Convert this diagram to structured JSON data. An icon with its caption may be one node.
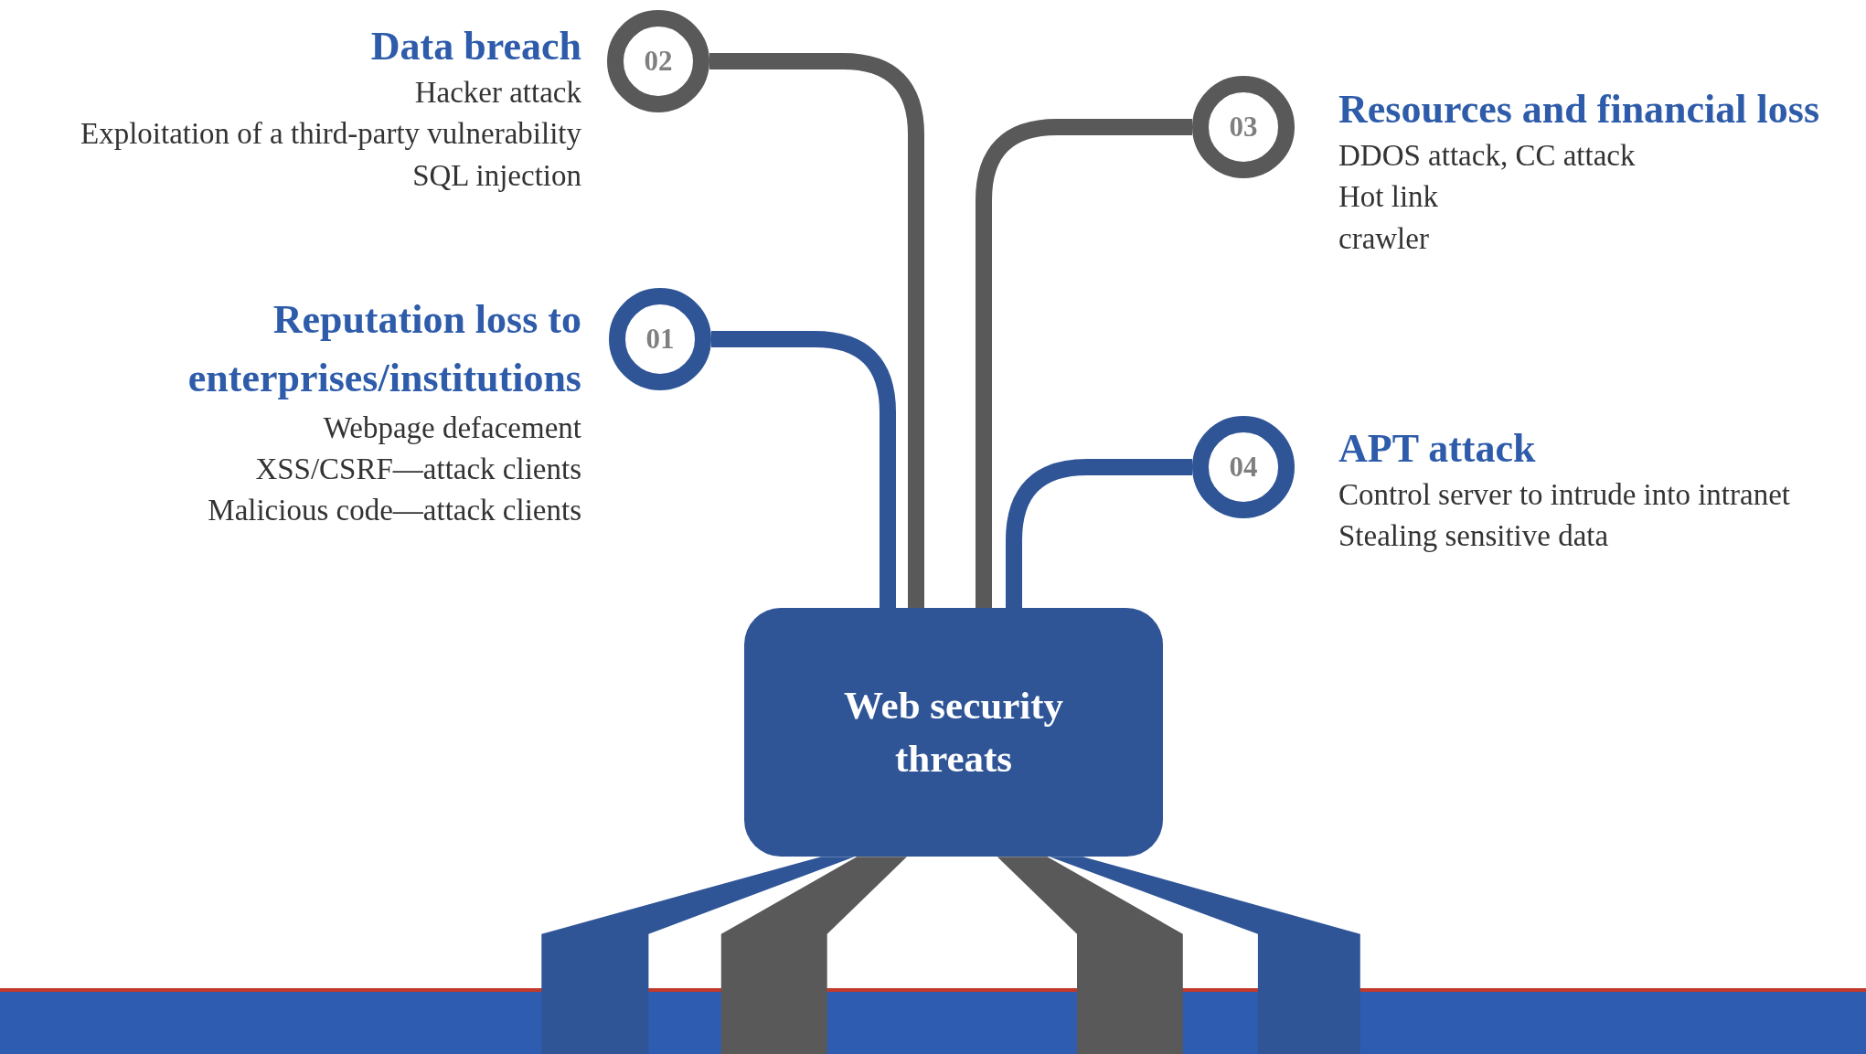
{
  "diagram": {
    "nodes": [
      {
        "text": [
          "01"
        ],
        "beside": [
          "Reputation loss to enterprises/institutions",
          "Webpage defacement",
          "XSS/CSRF—attack clients",
          "Malicious code—attack clients"
        ]
      },
      {
        "text": [
          "02"
        ],
        "beside": [
          "Data breach",
          "Hacker attack",
          "Exploitation of a third-party vulnerability",
          "SQL injection"
        ]
      },
      {
        "text": [
          "03"
        ],
        "beside": [
          "Resources and financial loss",
          "DDOS attack, CC attack",
          "Hot link",
          "crawler"
        ]
      },
      {
        "text": [
          "04"
        ],
        "beside": [
          "APT attack",
          "Control server to intrude into intranet",
          "Stealing sensitive data"
        ]
      },
      {
        "text": [
          "Web security threats"
        ]
      }
    ],
    "edges": [
      {
        "from": 4,
        "to": 0,
        "arrow": "none",
        "color": "#2f5597"
      },
      {
        "from": 4,
        "to": 1,
        "arrow": "none"
      },
      {
        "from": 4,
        "to": 2,
        "arrow": "none"
      },
      {
        "from": 4,
        "to": 3,
        "arrow": "none",
        "color": "#2f5597"
      }
    ]
  }
}
